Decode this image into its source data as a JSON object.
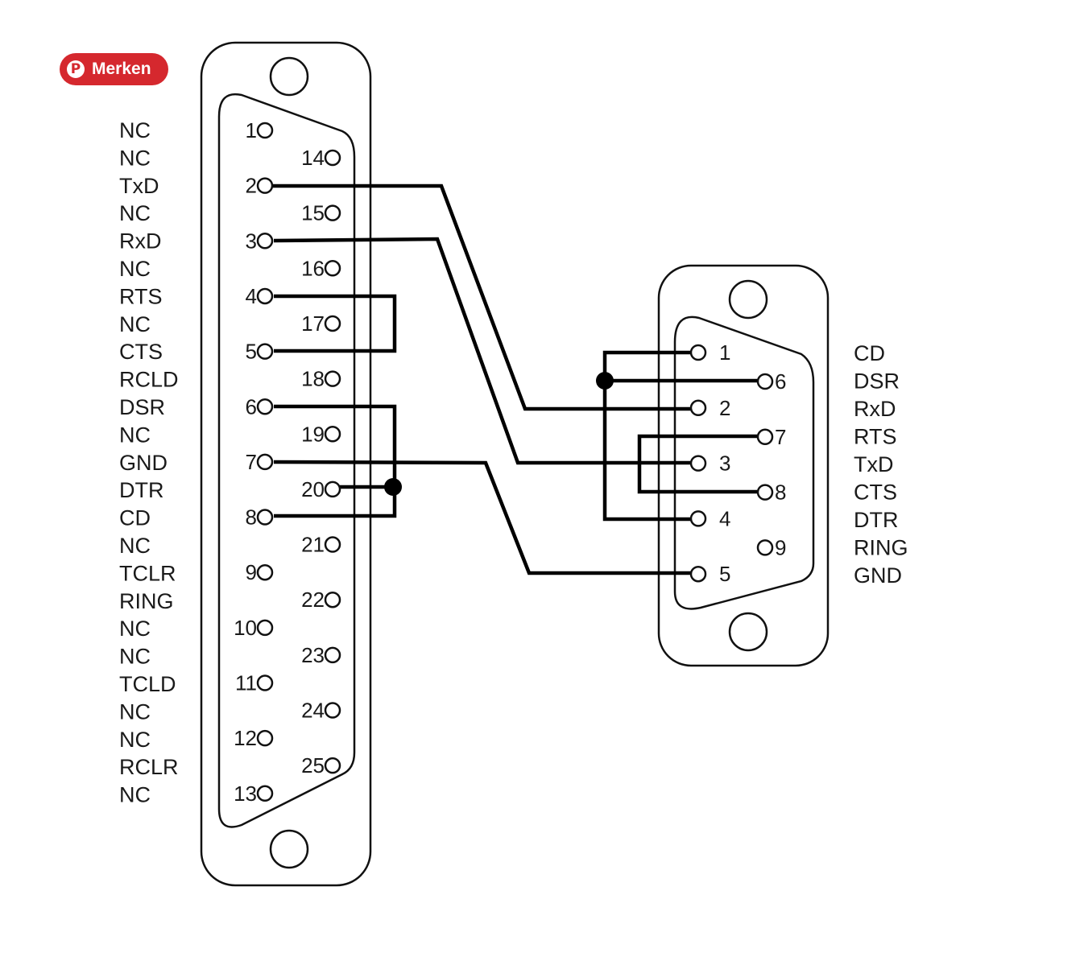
{
  "save_button": {
    "label": "Merken",
    "icon": "pinterest-icon",
    "color": "#d5282e"
  },
  "db25": {
    "signals": [
      "NC",
      "NC",
      "TxD",
      "NC",
      "RxD",
      "NC",
      "RTS",
      "NC",
      "CTS",
      "RCLD",
      "DSR",
      "NC",
      "GND",
      "DTR",
      "CD",
      "NC",
      "TCLR",
      "RING",
      "NC",
      "NC",
      "TCLD",
      "NC",
      "NC",
      "RCLR",
      "NC"
    ],
    "row1_pins": [
      "1",
      "2",
      "3",
      "4",
      "5",
      "6",
      "7",
      "8",
      "9",
      "10",
      "11",
      "12",
      "13"
    ],
    "row2_pins": [
      "14",
      "15",
      "16",
      "17",
      "18",
      "19",
      "20",
      "21",
      "22",
      "23",
      "24",
      "25"
    ]
  },
  "db9": {
    "signals": [
      "CD",
      "DSR",
      "RxD",
      "RTS",
      "TxD",
      "CTS",
      "DTR",
      "RING",
      "GND"
    ],
    "row1_pins": [
      "1",
      "2",
      "3",
      "4",
      "5"
    ],
    "row2_pins": [
      "6",
      "7",
      "8",
      "9"
    ]
  },
  "connections": [
    {
      "from": "DB25-2",
      "to": "DB9-2"
    },
    {
      "from": "DB25-3",
      "to": "DB9-3"
    },
    {
      "from": "DB25-4",
      "to": "DB25-5"
    },
    {
      "from": "DB25-6",
      "to": [
        "DB25-8",
        "DB25-20"
      ]
    },
    {
      "from": "DB25-7",
      "to": "DB9-5"
    },
    {
      "from": "DB9-1",
      "to": [
        "DB9-4",
        "DB9-6"
      ]
    },
    {
      "from": "DB9-7",
      "to": "DB9-8"
    }
  ]
}
